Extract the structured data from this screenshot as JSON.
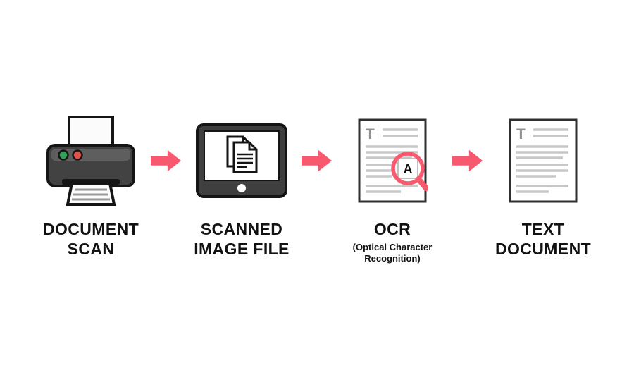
{
  "diagram_type": "process-flow",
  "colors": {
    "arrow": "#f8596e",
    "device-body": "#424242",
    "outline": "#151515",
    "doc-line": "#c7c7c7",
    "doc-letter": "#8f8f8f",
    "button-green": "#33a05a",
    "button-red": "#e25349"
  },
  "icons": {
    "document_letter": "T",
    "magnifier_letter": "A"
  },
  "steps": [
    {
      "name": "document-scan",
      "label_lines": [
        "DOCUMENT",
        "SCAN"
      ]
    },
    {
      "name": "scanned-image-file",
      "label_lines": [
        "SCANNED",
        "IMAGE FILE"
      ]
    },
    {
      "name": "ocr",
      "label_lines": [
        "OCR"
      ],
      "sublabel_lines": [
        "(Optical Character",
        "Recognition)"
      ]
    },
    {
      "name": "text-document",
      "label_lines": [
        "TEXT",
        "DOCUMENT"
      ]
    }
  ]
}
